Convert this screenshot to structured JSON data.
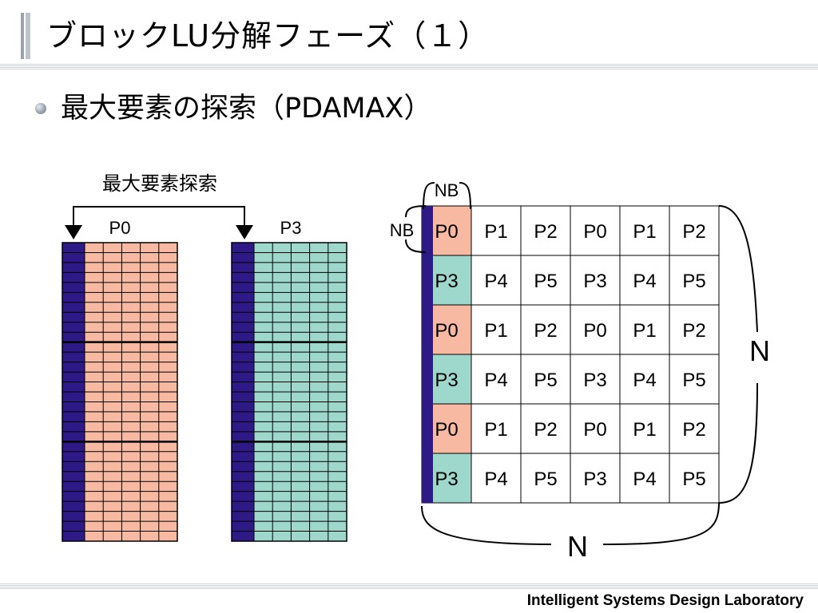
{
  "slide": {
    "title": "ブロックLU分解フェーズ（１）",
    "bullet": "最大要素の探索（PDAMAX）",
    "footer": "Intelligent Systems Design Laboratory"
  },
  "left_diagram": {
    "caption": "最大要素探索",
    "panels": [
      {
        "label": "P0",
        "fill": "#f7b9a1"
      },
      {
        "label": "P3",
        "fill": "#9ed8cc"
      }
    ],
    "column_color": "#2e1a87"
  },
  "right_diagram": {
    "nb_top": "NB",
    "nb_left": "NB",
    "n_right": "N",
    "n_bottom": "N",
    "rows": [
      [
        "P0",
        "P1",
        "P2",
        "P0",
        "P1",
        "P2"
      ],
      [
        "P3",
        "P4",
        "P5",
        "P3",
        "P4",
        "P5"
      ],
      [
        "P0",
        "P1",
        "P2",
        "P0",
        "P1",
        "P2"
      ],
      [
        "P3",
        "P4",
        "P5",
        "P3",
        "P4",
        "P5"
      ],
      [
        "P0",
        "P1",
        "P2",
        "P0",
        "P1",
        "P2"
      ],
      [
        "P3",
        "P4",
        "P5",
        "P3",
        "P4",
        "P5"
      ]
    ],
    "first_col_colors": {
      "P0": "#f7b9a1",
      "P3": "#9ed8cc"
    },
    "column_color": "#2e1a87"
  }
}
